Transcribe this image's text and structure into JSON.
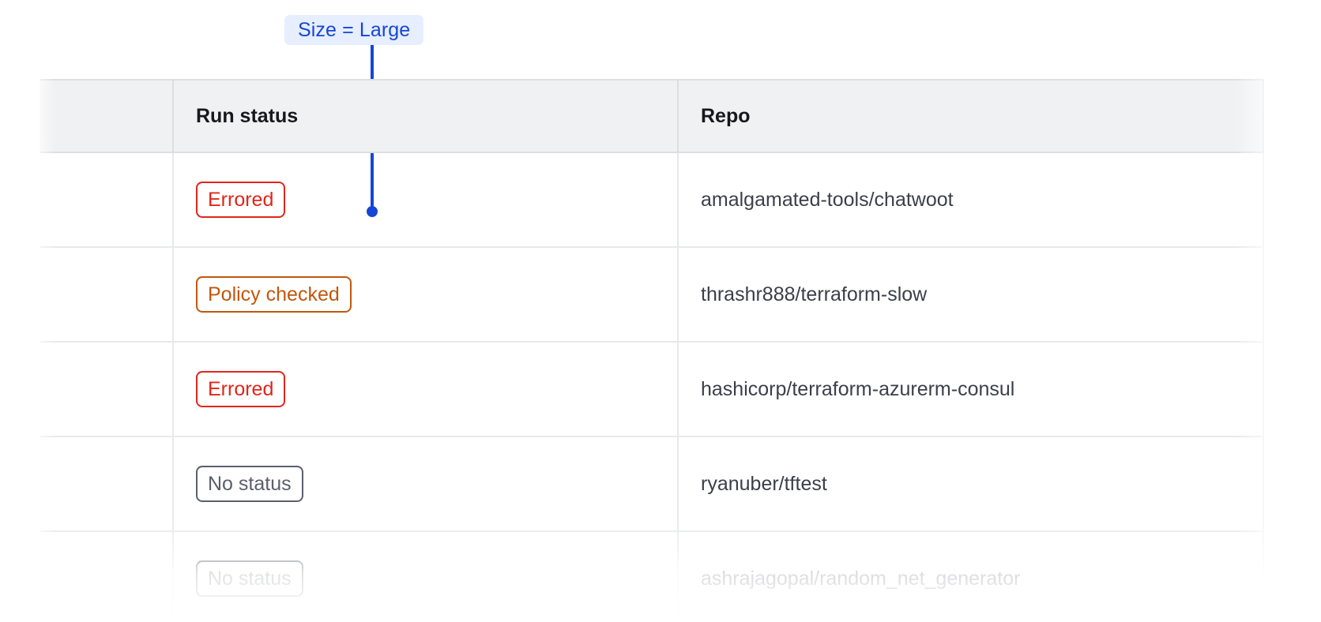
{
  "annotation": {
    "label": "Size = Large",
    "accent_color": "#1646d6",
    "background_color": "#e6eeff"
  },
  "table": {
    "columns": [
      {
        "key": "lead",
        "label": ""
      },
      {
        "key": "status",
        "label": "Run status"
      },
      {
        "key": "repo",
        "label": "Repo"
      }
    ],
    "header_background": "#f0f1f3",
    "rows": [
      {
        "status": "Errored",
        "status_variant": "errored",
        "repo": "amalgamated-tools/chatwoot"
      },
      {
        "status": "Policy checked",
        "status_variant": "policy",
        "repo": "thrashr888/terraform-slow"
      },
      {
        "status": "Errored",
        "status_variant": "errored",
        "repo": "hashicorp/terraform-azurerm-consul"
      },
      {
        "status": "No status",
        "status_variant": "none",
        "repo": "ryanuber/tftest"
      },
      {
        "status": "No status",
        "status_variant": "none",
        "repo": "ashrajagopal/random_net_generator"
      }
    ]
  },
  "status_colors": {
    "errored": "#e1251b",
    "policy": "#c2570c",
    "none": "#5a5f6e"
  }
}
